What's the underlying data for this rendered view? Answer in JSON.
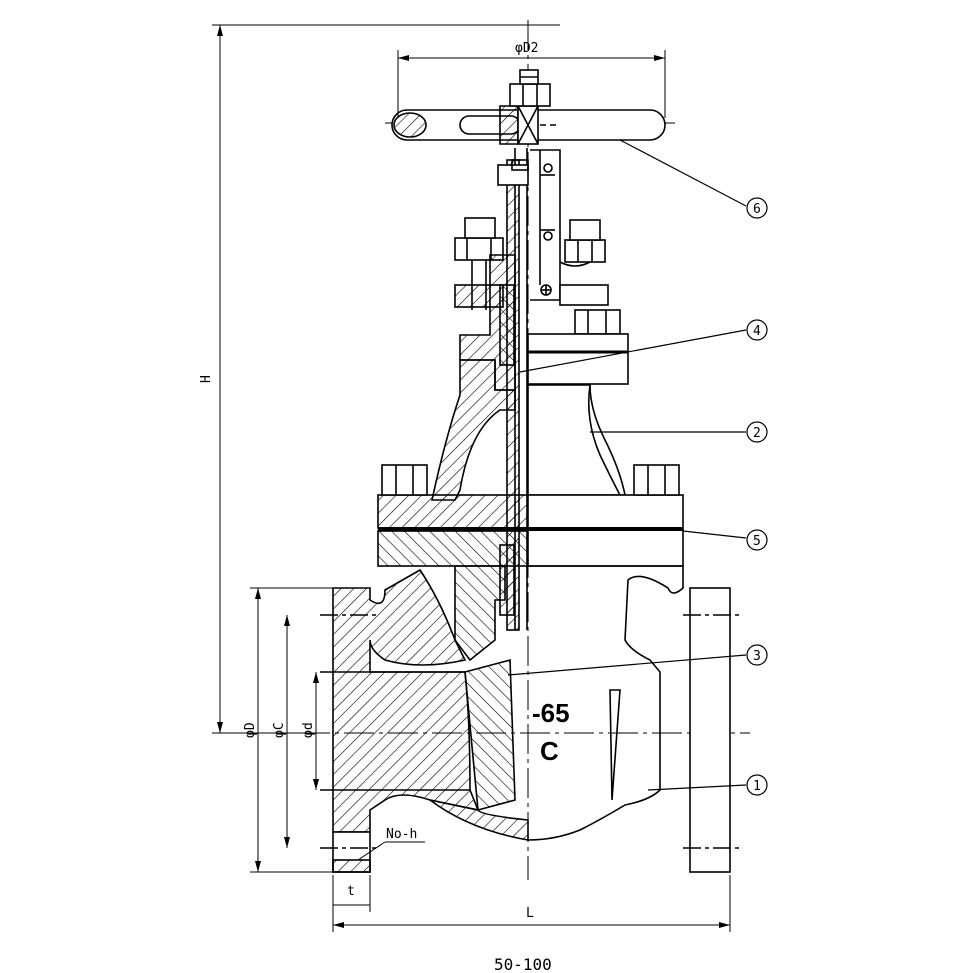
{
  "dimensions": {
    "D2": "φD2",
    "H": "H",
    "D": "φD",
    "C": "φC",
    "d": "φd",
    "L": "L",
    "t": "t",
    "bolts": "No-h"
  },
  "callouts": [
    "6",
    "4",
    "2",
    "5",
    "3",
    "1"
  ],
  "body_marking": [
    "-65",
    "C"
  ],
  "caption": "50-100"
}
